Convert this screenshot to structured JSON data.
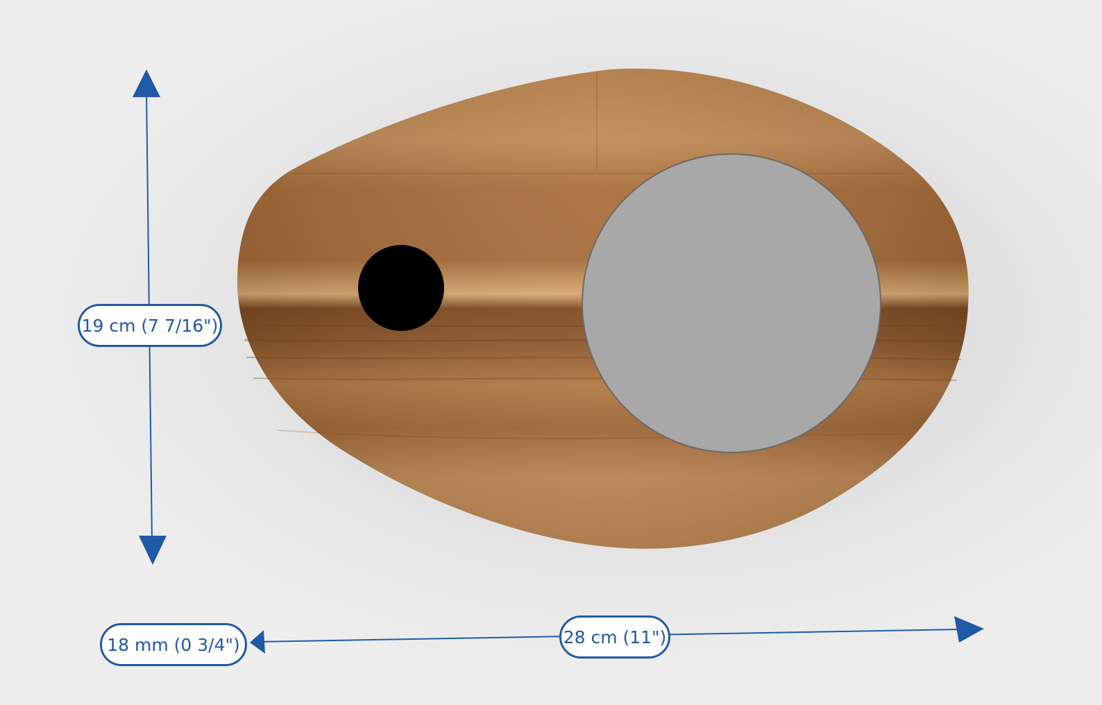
{
  "dimensions": {
    "height_label": "19 cm (7 7/16\")",
    "width_label": "28 cm (11\")",
    "thickness_label": "18 mm (0 3/4\")"
  },
  "colors": {
    "accent": "#1f5aa6",
    "wood": "#a0683a",
    "placeholder_circle": "#a8a8a8",
    "hole": "#000000"
  },
  "icons": {
    "arrow_head": "triangle-arrow-icon"
  }
}
